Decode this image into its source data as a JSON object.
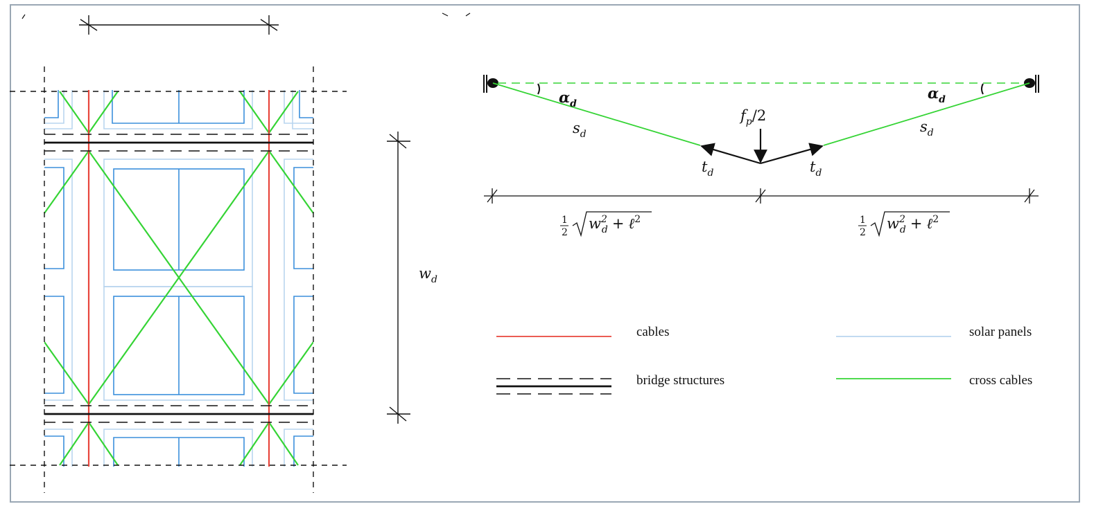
{
  "labels": {
    "alpha_left": {
      "base": "α",
      "sub": "d"
    },
    "alpha_right": {
      "base": "α",
      "sub": "d"
    },
    "s_left": {
      "base": "s",
      "sub": "d"
    },
    "s_right": {
      "base": "s",
      "sub": "d"
    },
    "t_left": {
      "base": "t",
      "sub": "d"
    },
    "t_right": {
      "base": "t",
      "sub": "d"
    },
    "force": {
      "base": "f",
      "sub": "p",
      "tail": "/2"
    },
    "width": {
      "base": "w",
      "sub": "d"
    },
    "half_span": {
      "num": "1",
      "den": "2",
      "w": "w",
      "w_sup": "2",
      "w_sub": "d",
      "plus": "+",
      "ell": "ℓ",
      "ell_sup": "2"
    }
  },
  "legend": [
    {
      "key": "cables",
      "label": "cables",
      "color": "#e8463c"
    },
    {
      "key": "bridge",
      "label": "bridge structures",
      "color": "#111111"
    },
    {
      "key": "solar",
      "label": "solar panels",
      "color": "#b9d5ef"
    },
    {
      "key": "cross",
      "label": "cross cables",
      "color": "#35d435"
    }
  ],
  "colors": {
    "cable": "#e8463c",
    "cross_cable": "#35d435",
    "panel_outer": "#b9d5ef",
    "panel_inner": "#3b8fdc",
    "structure": "#111111",
    "frame": "#9aa7b4"
  }
}
